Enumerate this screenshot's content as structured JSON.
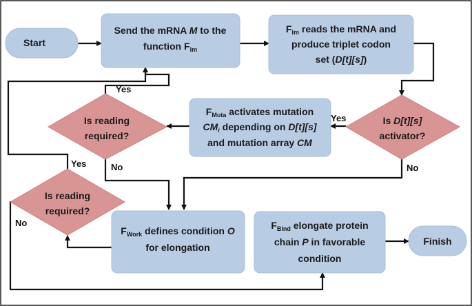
{
  "colors": {
    "process_fill": "#b8cce4",
    "process_stroke": "#a7bfdc",
    "decision_fill": "#d99594",
    "arrow": "#111111",
    "border": "#222222"
  },
  "nodes": {
    "start": {
      "label": "Start"
    },
    "send_mrna": {
      "line1_a": "Send the mRNA ",
      "line1_var": "M",
      "line1_b": " to the",
      "line2_a": "function F",
      "line2_sub": "lm"
    },
    "flm_reads": {
      "line1_a": "F",
      "line1_sub": "lm",
      "line1_b": " reads the mRNA and",
      "line2": "produce triplet codon",
      "line3_a": "set (",
      "line3_var": "D[t][s]",
      "line3_b": ")"
    },
    "is_activator": {
      "line1_a": "Is ",
      "line1_var": "D[t][s]",
      "line2": "activator?"
    },
    "fmuta": {
      "line1_a": "F",
      "line1_sub": "Muta",
      "line1_b": " activates mutation",
      "line2_var1": "CM",
      "line2_sub": "i",
      "line2_mid": " depending on ",
      "line2_var2": "D[t][s]",
      "line3": "and mutation array ",
      "line3_var": "CM"
    },
    "reading_required_1": {
      "line1": "Is reading",
      "line2": "required?"
    },
    "reading_required_2": {
      "line1": "Is reading",
      "line2": "required?"
    },
    "fwork": {
      "line1_a": "F",
      "line1_sub": "Work",
      "line1_b": " defines condition ",
      "line1_var": "O",
      "line2": "for elongation"
    },
    "fbind": {
      "line1_a": "F",
      "line1_sub": "Bind",
      "line1_b": " elongate protein",
      "line2_a": "chain ",
      "line2_var": "P",
      "line2_b": " in favorable",
      "line3": "condition"
    },
    "finish": {
      "label": "Finish"
    }
  },
  "edge_labels": {
    "activator_yes": "Yes",
    "activator_no": "No",
    "reading1_yes": "Yes",
    "reading1_no": "No",
    "reading2_yes": "Yes",
    "reading2_no": "No"
  }
}
